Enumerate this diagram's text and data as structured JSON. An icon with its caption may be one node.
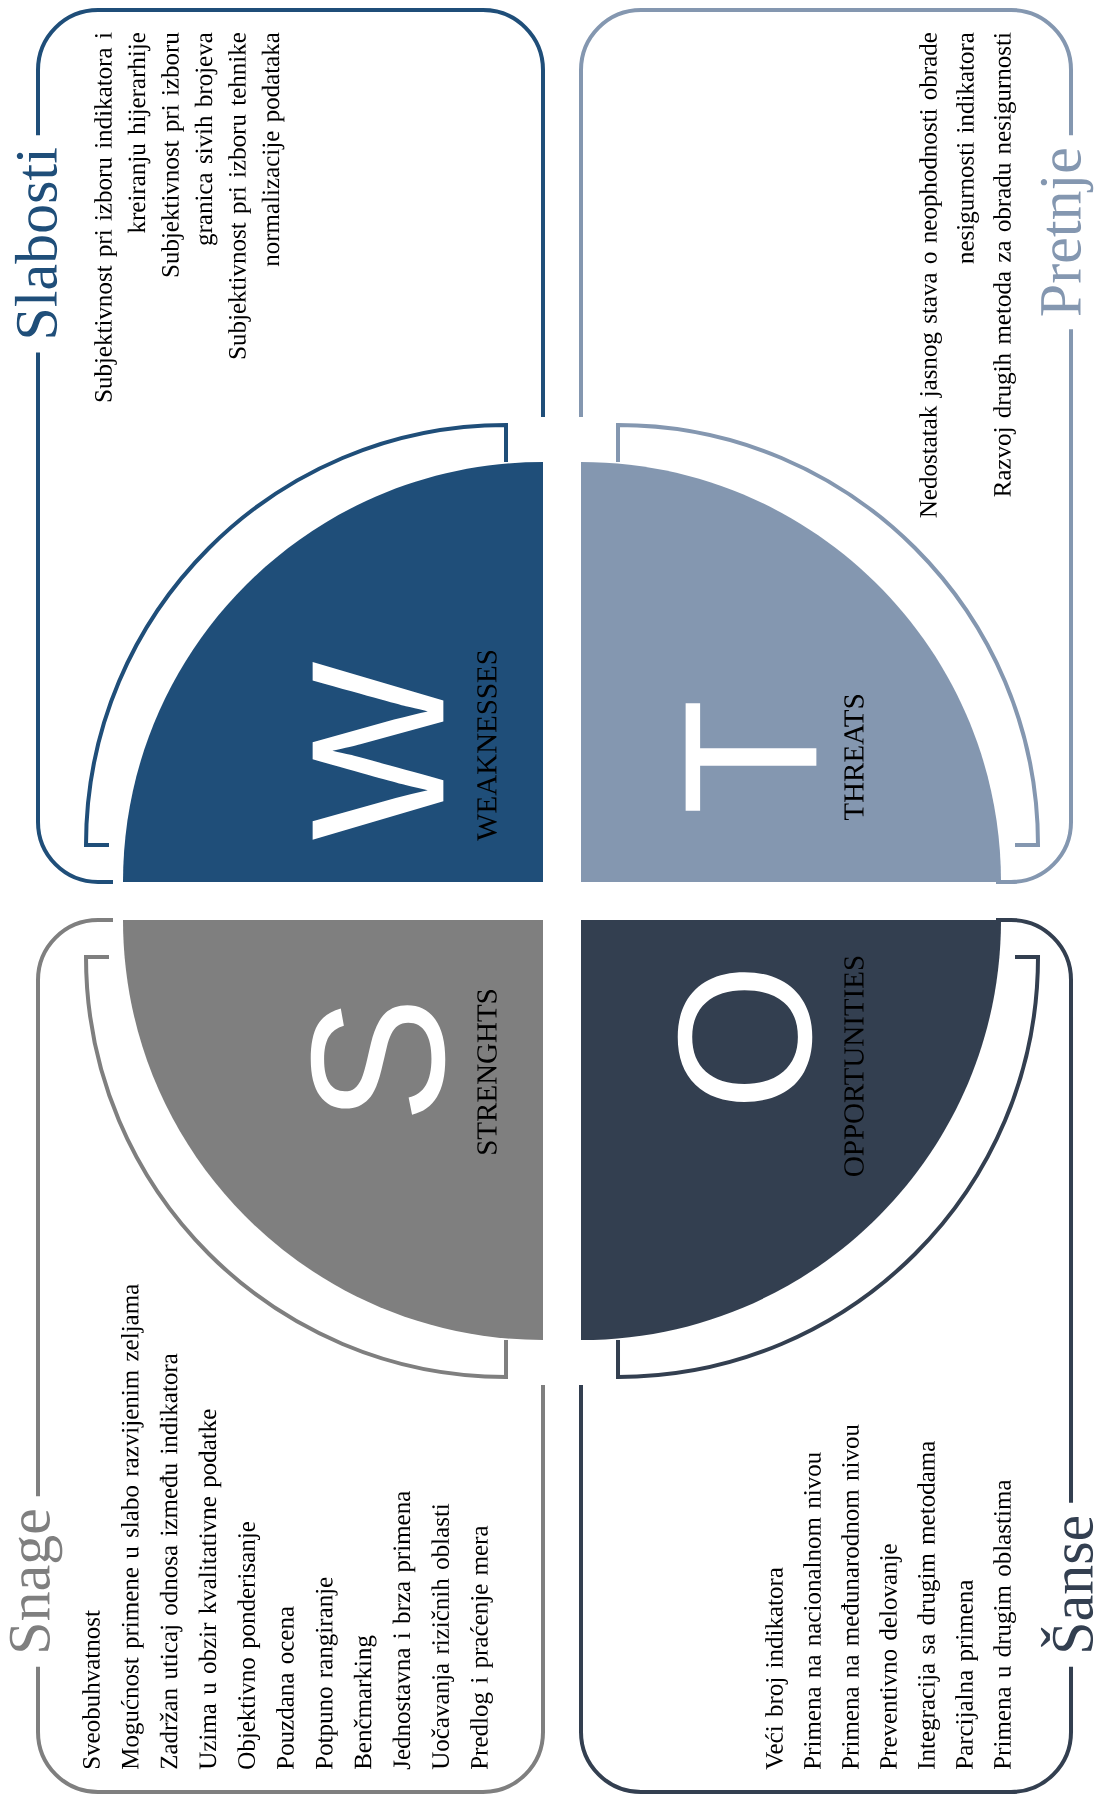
{
  "diagram": {
    "nodes": [
      {
        "text": [
          "Snage",
          "Sveobuhvatnost",
          "Mogućnost primene u slabo razvijenim zeljama",
          "Zadržan uticaj odnosa između indikatora",
          "Uzima u obzir kvalitativne podatke",
          "Objektivno ponderisanje",
          "Pouzdana ocena",
          "Potpuno rangiranje",
          "Benčmarking",
          "Jednostavna i brza primena",
          "Uočavanja rizičnih oblasti",
          "Predlog i praćenje mera"
        ]
      },
      {
        "text": [
          "S",
          "STRENGHTS"
        ],
        "in": 0
      },
      {
        "text": [
          "Slabosti",
          "Subjektivnost pri izboru indikatora i kreiranju hijerarhije",
          "Subjektivnost pri izboru granica sivih brojeva",
          "Subjektivnost pri izboru tehnike normalizacije podataka"
        ]
      },
      {
        "text": [
          "W",
          "WEAKNESSES"
        ],
        "in": 2
      },
      {
        "text": [
          "Šanse",
          "Veći broj indikatora",
          "Primena na nacionalnom nivou",
          "Primena na međunarodnom nivou",
          "Preventivno delovanje",
          "Integracija sa drugim metodama",
          "Parcijalna primena",
          "Primena u drugim oblastima"
        ]
      },
      {
        "text": [
          "O",
          "OPPORTUNITIES"
        ],
        "in": 4
      },
      {
        "text": [
          "Pretnje",
          "Nedostatak jasnog stava o neophodnosti obrade nesigurnosti indikatora",
          "Razvoj drugih metoda za obradu nesigurnosti"
        ]
      },
      {
        "text": [
          "T",
          "THREATS"
        ],
        "in": 6
      }
    ]
  }
}
